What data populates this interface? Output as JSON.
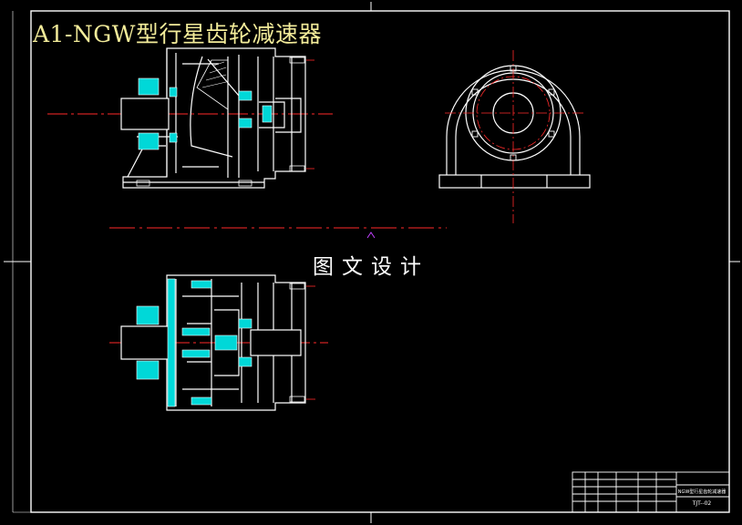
{
  "drawing": {
    "title": "A1-NGW型行星齿轮减速器",
    "watermark": "图文设计",
    "title_block": {
      "name": "NGW型行星齿轮减速器",
      "code": "TJT--02"
    }
  },
  "colors": {
    "background": "#000000",
    "outline": "#ffffff",
    "bearing": "#00d8d8",
    "center_line": "#ff2a2a",
    "title_text": "#f3ec9a",
    "marker": "#c040ff"
  }
}
